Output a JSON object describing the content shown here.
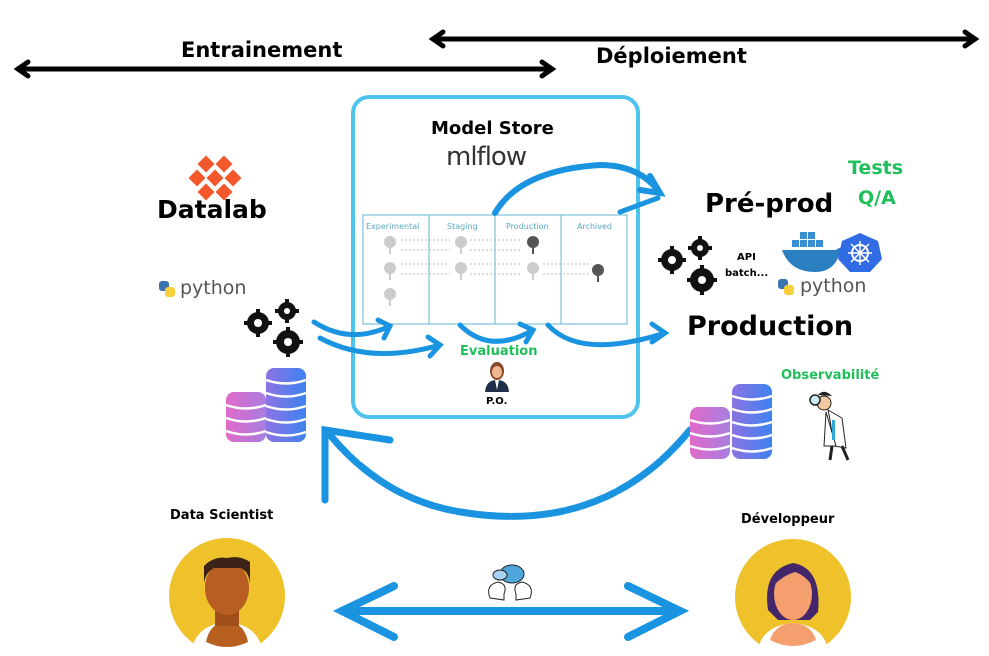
{
  "phases": {
    "training": "Entrainement",
    "deployment": "Déploiement"
  },
  "model_store": {
    "title": "Model Store",
    "logo_text": "mlflow",
    "stages": [
      "Experimental",
      "Staging",
      "Production",
      "Archived"
    ],
    "evaluation_label": "Evaluation",
    "po_label": "P.O."
  },
  "left": {
    "datalab": "Datalab",
    "python": "python"
  },
  "right": {
    "tests_line1": "Tests",
    "tests_line2": "Q/A",
    "preprod": "Pré-prod",
    "api_line1": "API",
    "api_line2": "batch...",
    "python": "python",
    "production": "Production",
    "observability": "Observabilité"
  },
  "roles": {
    "data_scientist": "Data Scientist",
    "developer": "Développeur"
  },
  "colors": {
    "arrow_blue": "#1a94e0",
    "box_border": "#4cc4ec",
    "green": "#1fbf5a",
    "datalab_orange": "#f2582c",
    "avatar_yellow": "#efc12a"
  }
}
